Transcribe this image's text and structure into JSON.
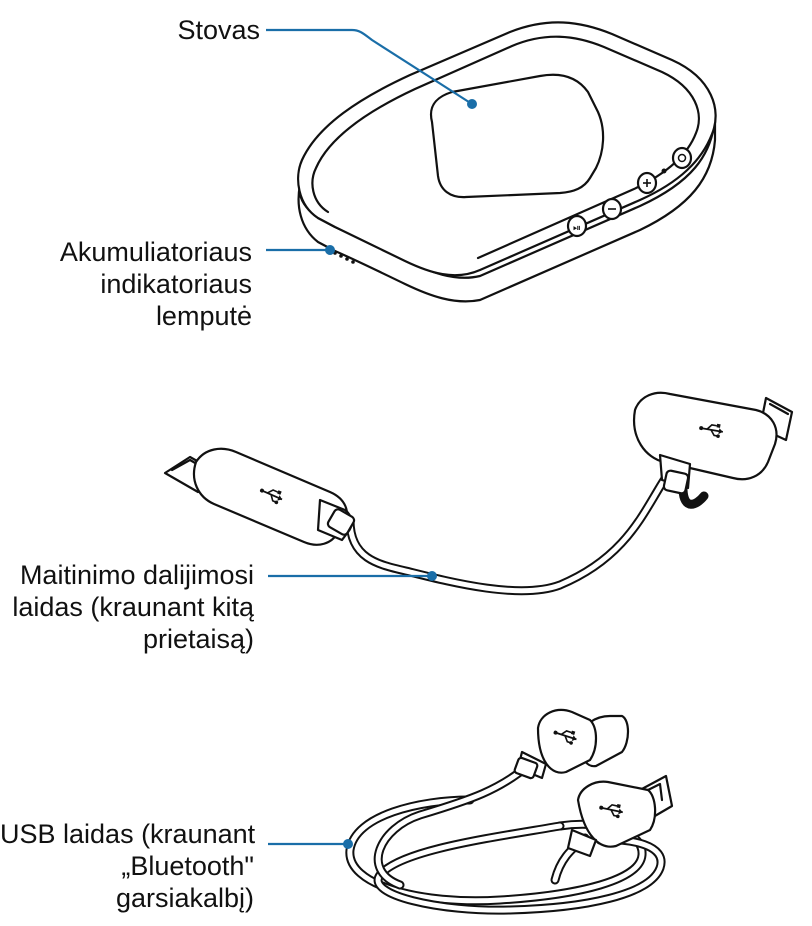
{
  "labels": {
    "stand": [
      "Stovas"
    ],
    "battery_led": [
      "Akumuliatoriaus",
      "indikatoriaus",
      "lemputė"
    ],
    "power_share_cable": [
      "Maitinimo dalijimosi",
      "laidas (kraunant kitą",
      "prietaisą)"
    ],
    "usb_cable": [
      "USB laidas (kraunant",
      "„Bluetooth\"",
      "garsiakalbį)"
    ]
  },
  "colors": {
    "callout": "#1a6ea8",
    "outline": "#111111",
    "text": "#111111"
  },
  "icons": {
    "usb": "usb-trident-icon"
  }
}
